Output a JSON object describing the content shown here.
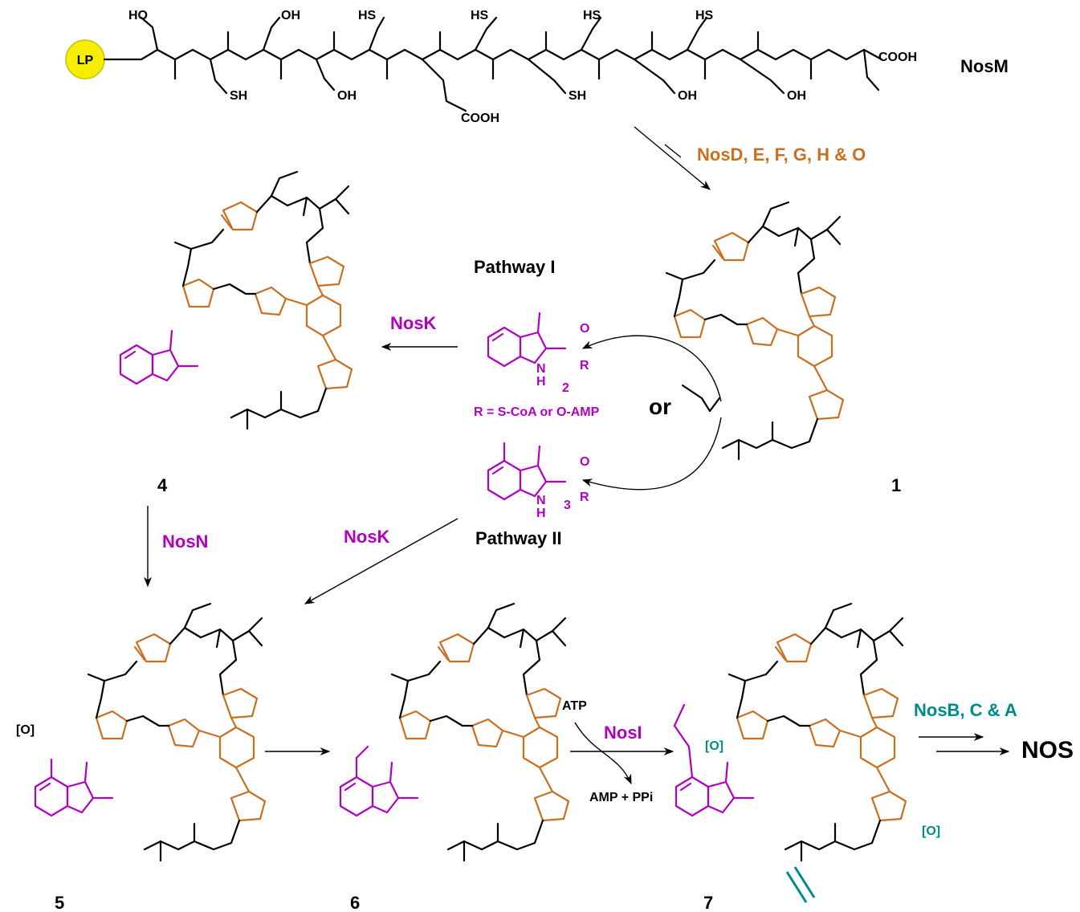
{
  "precursor": {
    "lp_label": "LP",
    "name": "NosM",
    "labels": [
      "HO",
      "OH",
      "HS",
      "HS",
      "HS",
      "HS",
      "COOH",
      "SH",
      "OH",
      "COOH",
      "SH",
      "OH",
      "OH"
    ]
  },
  "enzymes": {
    "step1": "NosD, E, F, G, H & O",
    "nosk_top": "NosK",
    "nosk_bottom": "NosK",
    "nosn": "NosN",
    "nosi": "NosI",
    "final": "NosB, C & A"
  },
  "pathways": {
    "p1": "Pathway I",
    "p2": "Pathway II",
    "or": "or"
  },
  "substrates": {
    "r_def": "R = S-CoA or O-AMP",
    "num2": "2",
    "num3": "3",
    "R": "R",
    "O": "O",
    "NH": "N",
    "H": "H"
  },
  "compounds": {
    "c1": "1",
    "c4": "4",
    "c5": "5",
    "c6": "6",
    "c7": "7"
  },
  "reagents": {
    "atp": "ATP",
    "amp": "AMP + PPi",
    "ox": "[O]",
    "product": "NOS"
  },
  "colors": {
    "orange": "#c87020",
    "magenta": "#b000c0",
    "teal": "#008b8b",
    "lp_fill": "#f5ee00"
  }
}
